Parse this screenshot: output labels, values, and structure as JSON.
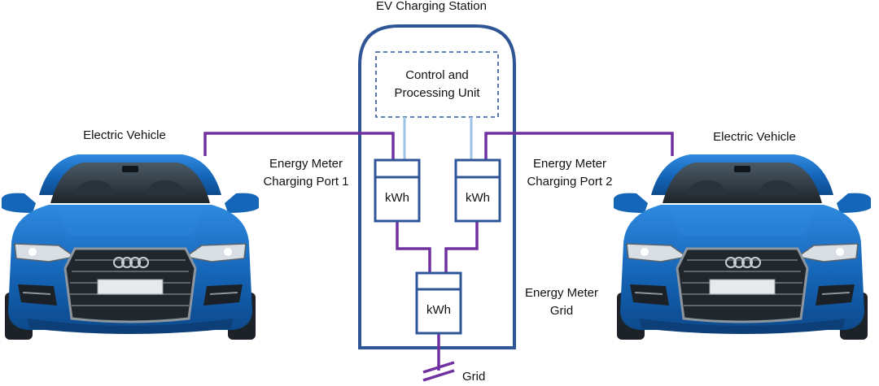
{
  "station": {
    "title": "EV Charging Station"
  },
  "control_unit": {
    "line1": "Control and",
    "line2": "Processing Unit"
  },
  "meter_port1": {
    "line1": "Energy Meter",
    "line2": "Charging Port 1",
    "unit": "kWh"
  },
  "meter_port2": {
    "line1": "Energy Meter",
    "line2": "Charging Port 2",
    "unit": "kWh"
  },
  "meter_grid": {
    "line1": "Energy Meter",
    "line2": "Grid",
    "unit": "kWh"
  },
  "vehicle_left": {
    "label": "Electric Vehicle"
  },
  "vehicle_right": {
    "label": "Electric Vehicle"
  },
  "grid": {
    "label": "Grid"
  },
  "colors": {
    "station_border": "#2f5597",
    "meter_border": "#2f5597",
    "power_line": "#7030a0",
    "signal_line": "#9dc3e6",
    "car_body": "#1a6fc2",
    "car_dark": "#0c3f78"
  }
}
